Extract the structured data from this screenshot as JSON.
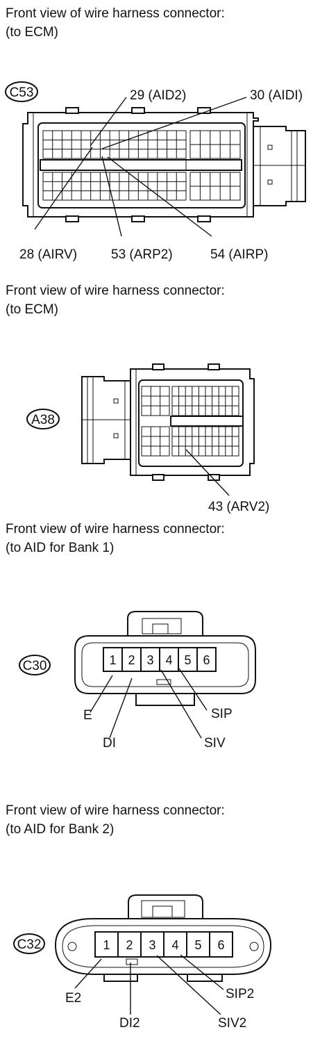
{
  "sections": [
    {
      "caption": [
        "Front view of wire harness connector:",
        "(to ECM)"
      ],
      "connector_id": "C53",
      "callouts": [
        "29 (AID2)",
        "30 (AIDI)",
        "28 (AIRV)",
        "53 (ARP2)",
        "54 (AIRP)"
      ]
    },
    {
      "caption": [
        "Front view of wire harness connector:",
        "(to ECM)"
      ],
      "connector_id": "A38",
      "callouts": [
        "43 (ARV2)"
      ]
    },
    {
      "caption": [
        "Front view of wire harness connector:",
        "(to AID for Bank 1)"
      ],
      "connector_id": "C30",
      "pins": [
        "1",
        "2",
        "3",
        "4",
        "5",
        "6"
      ],
      "callouts": [
        "E",
        "DI",
        "SIV",
        "SIP"
      ]
    },
    {
      "caption": [
        "Front view of wire harness connector:",
        "(to AID for Bank 2)"
      ],
      "connector_id": "C32",
      "pins": [
        "1",
        "2",
        "3",
        "4",
        "5",
        "6"
      ],
      "callouts": [
        "E2",
        "DI2",
        "SIV2",
        "SIP2"
      ]
    }
  ]
}
